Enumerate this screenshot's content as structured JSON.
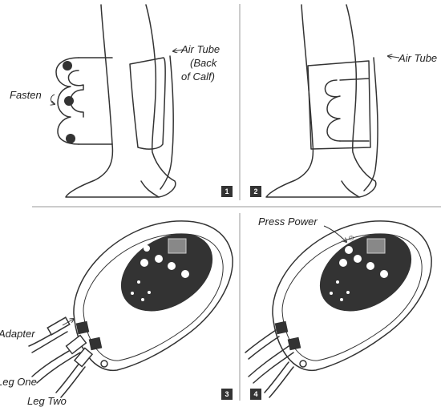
{
  "labels": {
    "air_tube_back": [
      "Air Tube",
      "(Back",
      "of Calf)"
    ],
    "fasten": "Fasten",
    "air_tube": "Air Tube",
    "press_power": "Press Power",
    "adapter": "Adapter",
    "leg_one": "Leg One",
    "leg_two": "Leg Two"
  },
  "steps": [
    "1",
    "2",
    "3",
    "4"
  ],
  "colors": {
    "line": "#333333",
    "panel": "#333333",
    "button": "#ffffff",
    "badge": "#333333"
  },
  "icons": {
    "fasten": "curved-arrow-icon",
    "power": "power-icon"
  }
}
